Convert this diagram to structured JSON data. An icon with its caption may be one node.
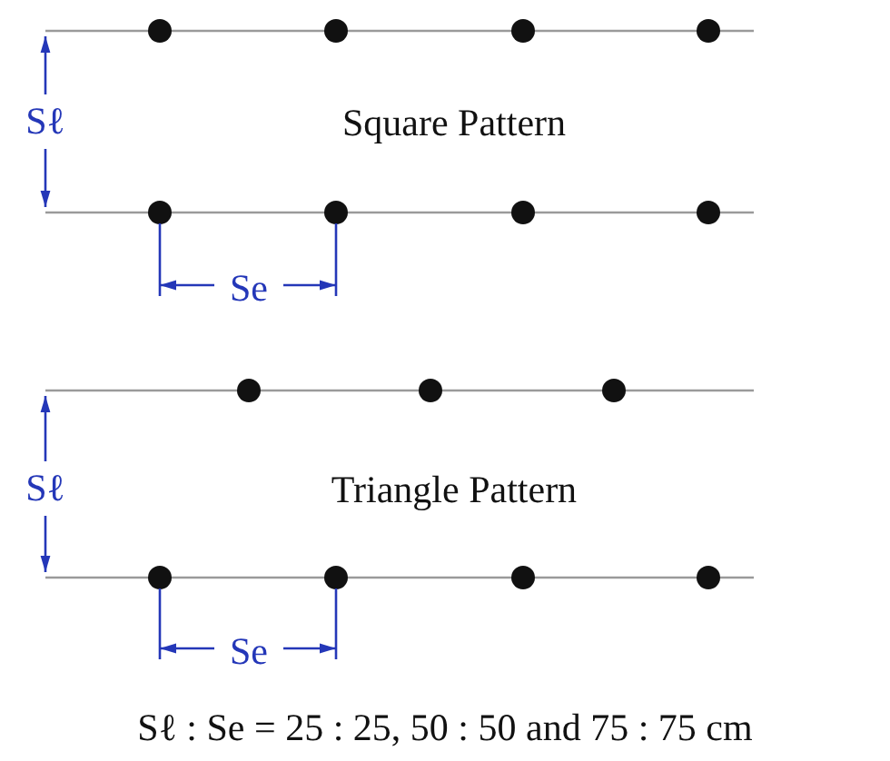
{
  "diagram": {
    "labels": [
      "Sℓ",
      "Square Pattern",
      "Se",
      "Sℓ",
      "Triangle Pattern",
      "Se"
    ],
    "caption": "Sℓ : Se = 25 : 25, 50 : 50 and 75 : 75 cm"
  }
}
